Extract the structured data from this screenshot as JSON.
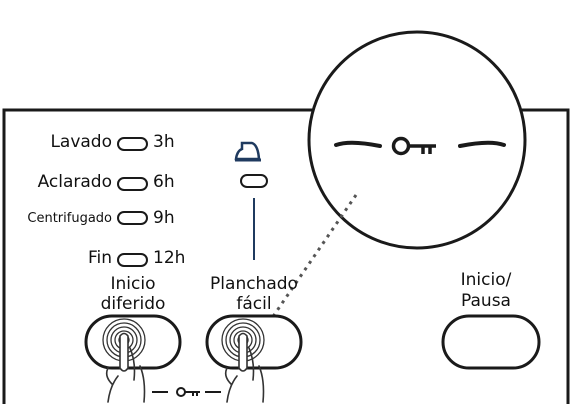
{
  "status": {
    "lavado": "Lavado",
    "lavado_time": "3h",
    "aclarado": "Aclarado",
    "aclarado_time": "6h",
    "centrifugado": "Centrifugado",
    "centrifugado_time": "9h",
    "fin": "Fin",
    "fin_time": "12h"
  },
  "buttons": {
    "inicio_diferido_line1": "Inicio",
    "inicio_diferido_line2": "diferido",
    "planchado_line1": "Planchado",
    "planchado_line2": "fácil",
    "inicio_pausa_line1": "Inicio/",
    "inicio_pausa_line2": "Pausa"
  },
  "icons": {
    "iron": "iron-icon",
    "key": "key-icon",
    "finger_press": "finger-press-icon"
  },
  "colors": {
    "line": "#1a1a1a",
    "accent": "#1f3a5f"
  }
}
